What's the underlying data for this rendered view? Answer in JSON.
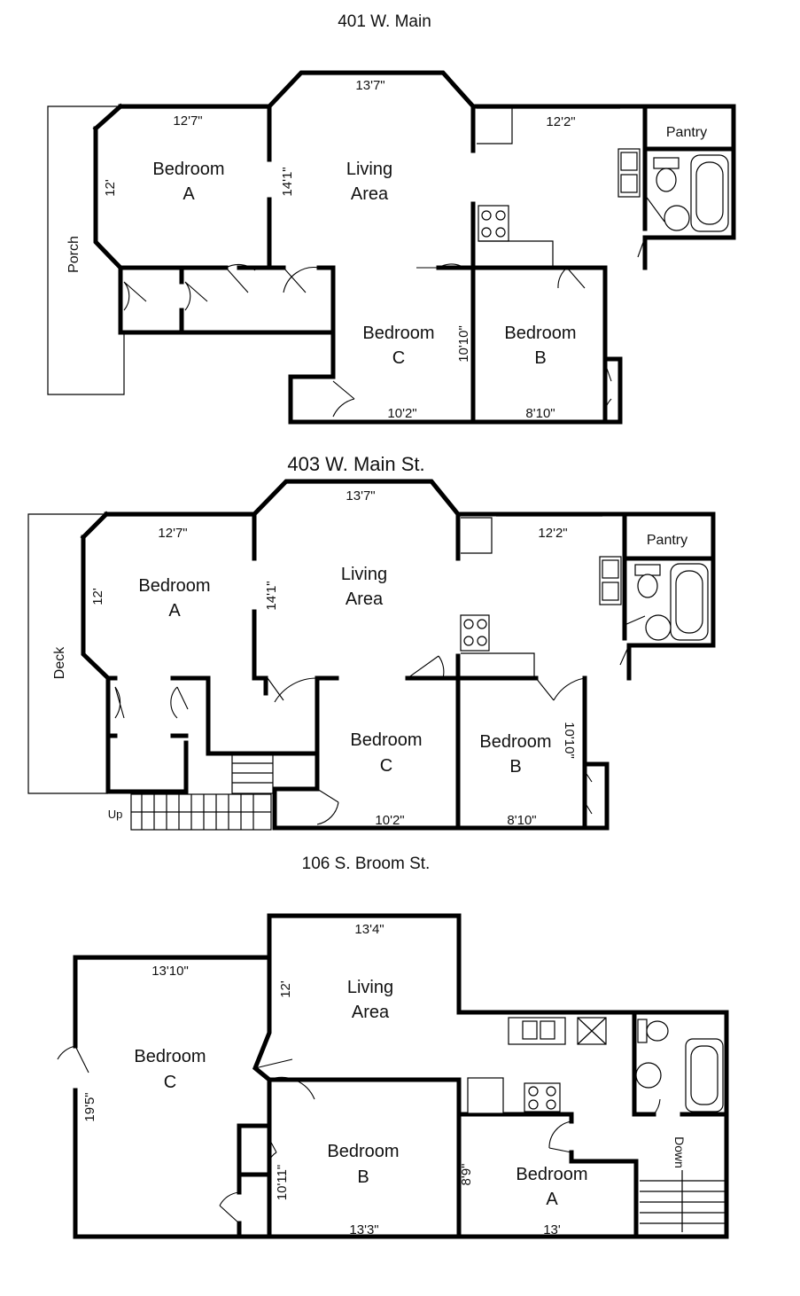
{
  "plans": [
    {
      "title": "401 W. Main",
      "rooms": {
        "bedroom_a": [
          "Bedroom",
          "A"
        ],
        "living": [
          "Living",
          "Area"
        ],
        "bedroom_c": [
          "Bedroom",
          "C"
        ],
        "bedroom_b": [
          "Bedroom",
          "B"
        ]
      },
      "labels": {
        "pantry": "Pantry",
        "porch": "Porch"
      },
      "dims": {
        "bed_a_width": "12'7\"",
        "bed_a_height": "12'",
        "living_top": "13'7\"",
        "living_height": "14'1\"",
        "kitchen_width": "12'2\"",
        "bed_c_height": "10'10\"",
        "bed_c_width": "10'2\"",
        "bed_b_width": "8'10\""
      }
    },
    {
      "title": "403 W.  Main St.",
      "rooms": {
        "bedroom_a": [
          "Bedroom",
          "A"
        ],
        "living": [
          "Living",
          "Area"
        ],
        "bedroom_c": [
          "Bedroom",
          "C"
        ],
        "bedroom_b": [
          "Bedroom",
          "B"
        ]
      },
      "labels": {
        "pantry": "Pantry",
        "deck": "Deck",
        "up": "Up"
      },
      "dims": {
        "bed_a_width": "12'7\"",
        "bed_a_height": "12'",
        "living_top": "13'7\"",
        "living_height": "14'1\"",
        "kitchen_width": "12'2\"",
        "bed_b_height": "10'10\"",
        "bed_c_width": "10'2\"",
        "bed_b_width": "8'10\""
      }
    },
    {
      "title": "106 S. Broom St.",
      "rooms": {
        "living": [
          "Living",
          "Area"
        ],
        "bedroom_c": [
          "Bedroom",
          "C"
        ],
        "bedroom_b": [
          "Bedroom",
          "B"
        ],
        "bedroom_a": [
          "Bedroom",
          "A"
        ]
      },
      "labels": {
        "down": "Down"
      },
      "dims": {
        "living_width": "13'4\"",
        "living_height": "12'",
        "bed_c_width": "13'10\"",
        "bed_c_height": "19'5\"",
        "bed_b_height": "10'11\"",
        "bed_b_width": "13'3\"",
        "bed_a_height": "8'9\"",
        "bed_a_width": "13'"
      }
    }
  ]
}
